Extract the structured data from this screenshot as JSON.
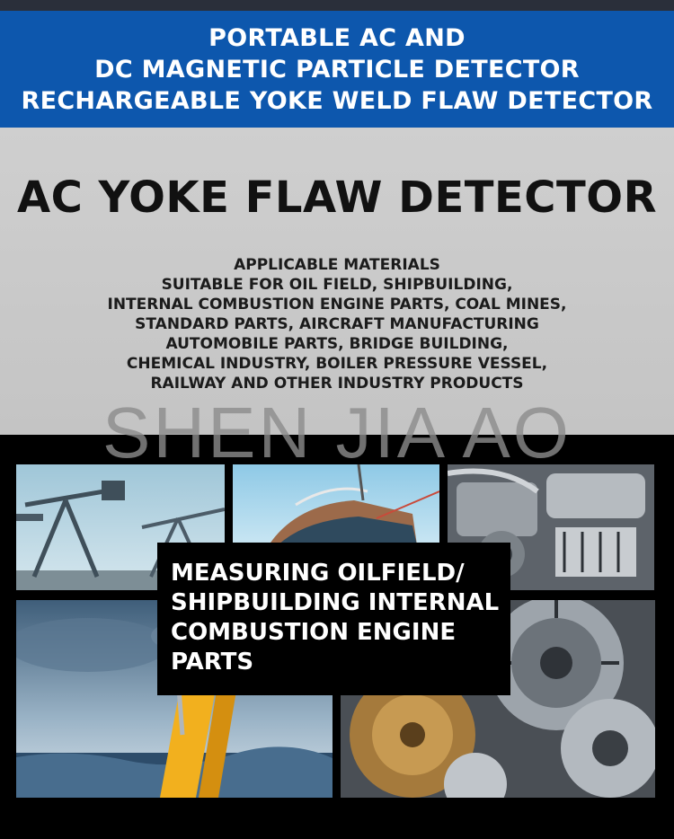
{
  "banner": {
    "lines": [
      "PORTABLE AC AND",
      "DC MAGNETIC PARTICLE DETECTOR",
      "RECHARGEABLE YOKE WELD FLAW DETECTOR"
    ]
  },
  "main_title": "AC YOKE FLAW DETECTOR",
  "materials": {
    "lines": [
      "APPLICABLE MATERIALS",
      "SUITABLE FOR OIL FIELD, SHIPBUILDING,",
      "INTERNAL COMBUSTION ENGINE PARTS, COAL MINES,",
      "STANDARD PARTS, AIRCRAFT MANUFACTURING",
      "AUTOMOBILE PARTS, BRIDGE BUILDING,",
      "CHEMICAL INDUSTRY, BOILER PRESSURE VESSEL,",
      "RAILWAY AND OTHER INDUSTRY PRODUCTS"
    ]
  },
  "watermark": "SHEN JIA AO",
  "overlay": {
    "lines": [
      "MEASURING OILFIELD/",
      "SHIPBUILDING INTERNAL",
      "COMBUSTION ENGINE",
      "PARTS"
    ]
  },
  "colors": {
    "banner_blue": "#0d57ad",
    "grey_panel": "#c8c8c8",
    "black_panel": "#000000"
  }
}
